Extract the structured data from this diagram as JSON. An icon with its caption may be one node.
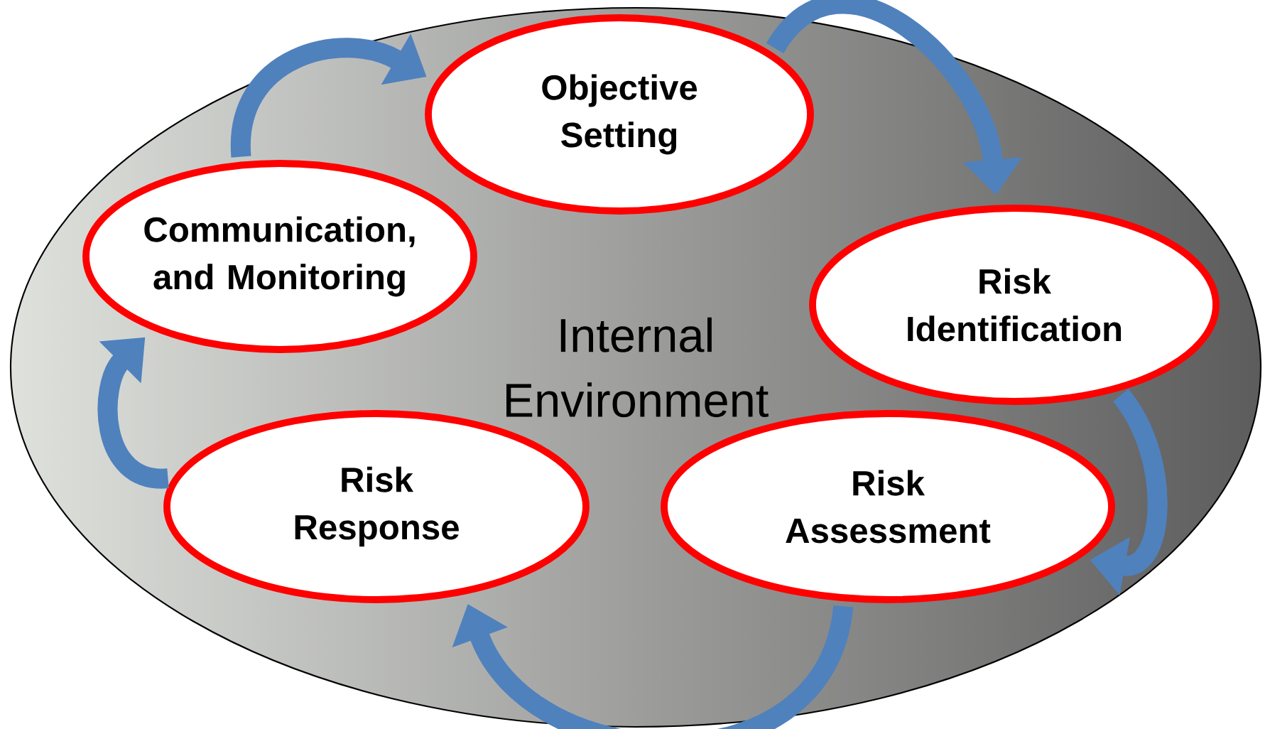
{
  "diagram": {
    "nodes": [
      {
        "text": [
          "Internal Environment"
        ]
      },
      {
        "text": [
          "Objective Setting"
        ],
        "in": 0
      },
      {
        "text": [
          "Risk Identification"
        ],
        "in": 0
      },
      {
        "text": [
          "Risk Assessment"
        ],
        "in": 0
      },
      {
        "text": [
          "Risk Response"
        ],
        "in": 0
      },
      {
        "text": [
          "Communication, and Monitoring"
        ],
        "in": 0
      }
    ],
    "edges": [
      {
        "from": 1,
        "to": 2,
        "arrow": "to"
      },
      {
        "from": 2,
        "to": 3,
        "arrow": "to"
      },
      {
        "from": 3,
        "to": 4,
        "arrow": "to"
      },
      {
        "from": 4,
        "to": 5,
        "arrow": "to"
      },
      {
        "from": 5,
        "to": 1,
        "arrow": "to"
      }
    ]
  }
}
